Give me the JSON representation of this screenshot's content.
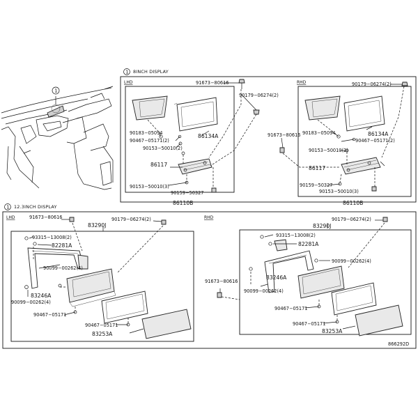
{
  "callout_marker": "1",
  "sections": {
    "s8": {
      "title": "8INCH DISPLAY",
      "lhd": {
        "side": "LHD",
        "labels": {
          "a": "91673−80616",
          "b": "90179−06274(2)",
          "c": "90183−05094",
          "d": "86134A",
          "e": "90467−05171(2)",
          "f": "90153−50010(2)",
          "g": "86117",
          "h": "90153−50010(3)",
          "i": "90159−50327"
        },
        "assembly": "86110B"
      },
      "rhd": {
        "side": "RHD",
        "labels": {
          "a": "90179−06274(2)",
          "b": "91673−80616",
          "c": "90183−05094",
          "d": "86134A",
          "e": "90467−05171(2)",
          "f": "90153−50010(2)",
          "g": "86117",
          "h": "90159−50327",
          "i": "90153−50010(3)"
        },
        "assembly": "86110B"
      }
    },
    "s12": {
      "title": "12.3INCH DISPLAY",
      "lhd": {
        "side": "LHD",
        "labels": {
          "a": "91673−80616",
          "b": "90179−06274(2)",
          "c": "83290J",
          "d": "93315−13008(2)",
          "e": "82281A",
          "f": "90099−00262(4)",
          "g": "83246A",
          "h": "90099−00262(4)",
          "i": "90467−05171",
          "j": "90467−05171",
          "k": "83253A"
        }
      },
      "rhd": {
        "side": "RHD",
        "labels": {
          "a": "90179−06274(2)",
          "b": "83290J",
          "c": "93315−13008(2)",
          "d": "82281A",
          "e": "90099−00262(4)",
          "f": "91673−80616",
          "g": "83246A",
          "h": "90099−00262(4)",
          "i": "90467−05171",
          "j": "90467−05171",
          "k": "83253A"
        }
      }
    }
  },
  "figure_id": "866292D"
}
